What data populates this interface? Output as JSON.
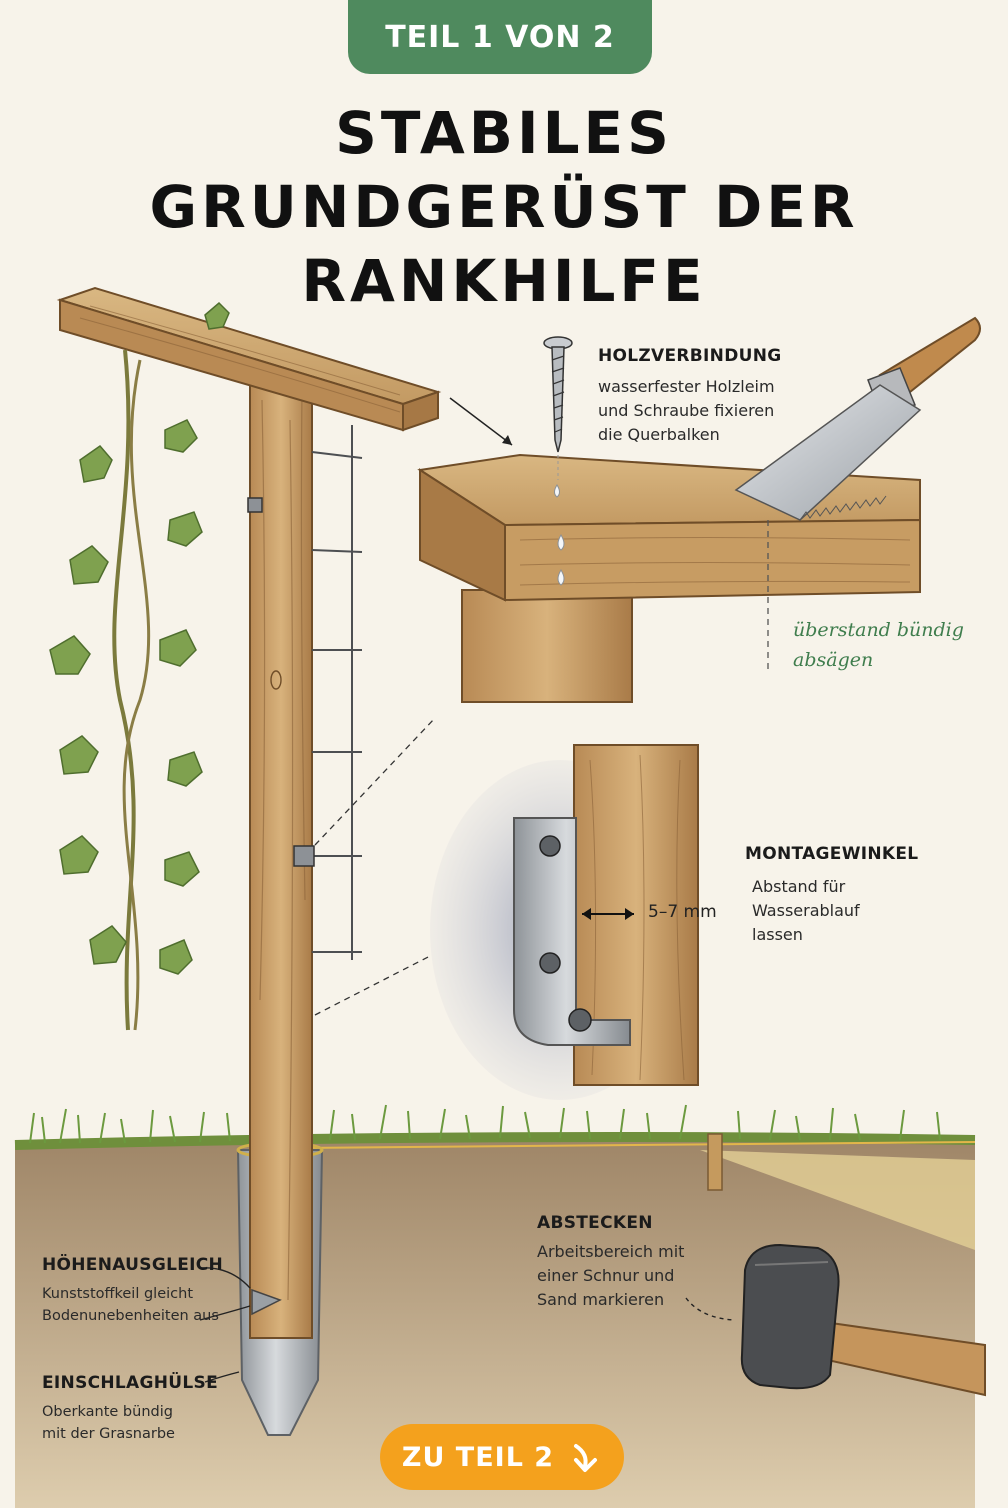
{
  "header": {
    "part_label": "TEIL 1 VON 2",
    "title_lines": [
      "STABILES",
      "GRUNDGERÜST DER",
      "RANKHILFE"
    ]
  },
  "callouts": {
    "holzverbindung": {
      "title": "HOLZVERBINDUNG",
      "text": "wasserfester Holzleim\nund Schraube fixieren\ndie Querbalken"
    },
    "saw_note": "überstand bündig\nabsägen",
    "montagewinkel": {
      "title": "MONTAGEWINKEL",
      "text": "Abstand für\nWasserablauf\nlassen",
      "gap": "5–7 mm"
    },
    "abstecken": {
      "title": "ABSTECKEN",
      "text": "Arbeitsbereich mit\neiner Schnur und\nSand markieren"
    },
    "hoehenausgleich": {
      "title": "HÖHENAUSGLEICH",
      "text": "Kunststoffkeil gleicht\nBodenunebenheiten aus"
    },
    "einschlaghuelse": {
      "title": "EINSCHLAGHÜLSE",
      "text": "Oberkante bündig\nmit der Grasnarbe"
    }
  },
  "navigation": {
    "next_label": "ZU TEIL 2"
  },
  "colors": {
    "pill_green": "#4f8a5e",
    "button_orange": "#f4a11d",
    "handnote_green": "#3f7d4d",
    "wood": "#c9a06a"
  },
  "icons": [
    "screw-icon",
    "saw-icon",
    "hammer-icon",
    "arrow-down-icon"
  ]
}
